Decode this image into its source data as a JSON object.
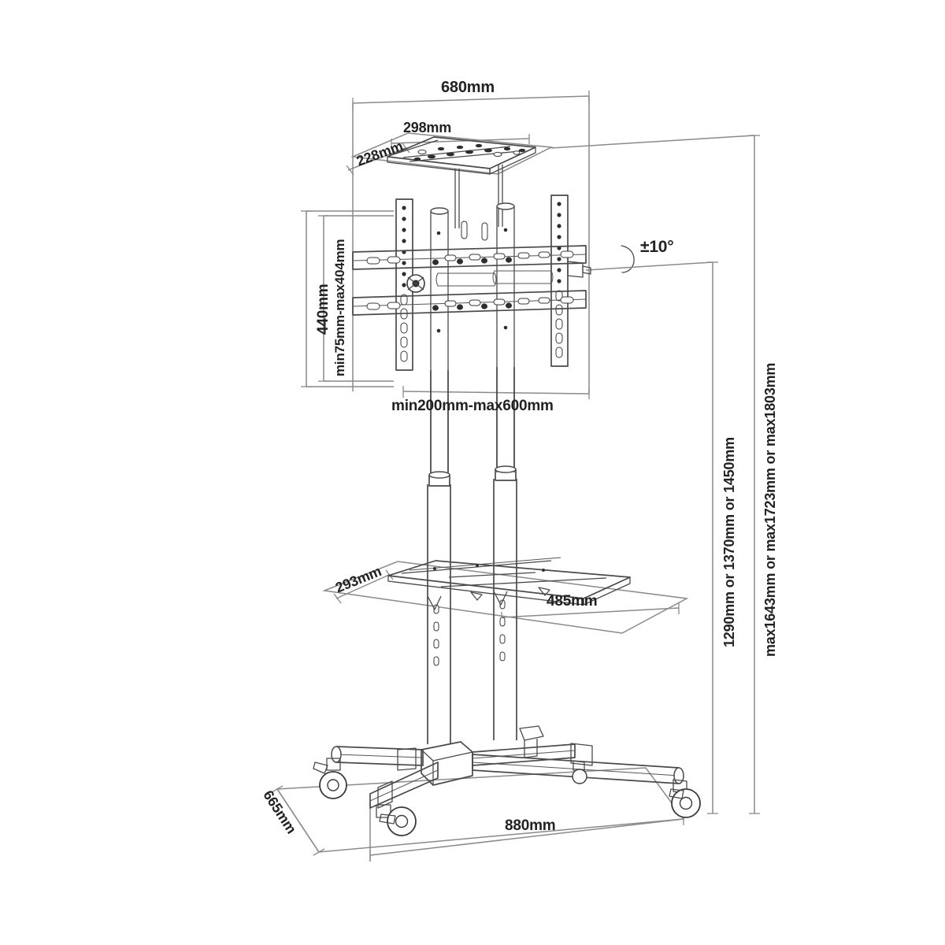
{
  "drawing": {
    "title": "TV Cart / Mobile TV Stand Dimension Drawing",
    "type": "technical-line-drawing",
    "background_color": "#ffffff",
    "line_color": "#6b6b6b",
    "detail_line_color": "#3a3a3a",
    "text_color": "#222222"
  },
  "dimensions": {
    "overall_width_top": "680mm",
    "top_shelf_width": "298mm",
    "top_shelf_depth": "228mm",
    "bracket_height": "440mm",
    "bracket_vertical_range": "min75mm-max404mm",
    "bracket_horizontal_range": "min200mm-max600mm",
    "tilt_angle": "±10°",
    "middle_shelf_depth": "293mm",
    "middle_shelf_width": "485mm",
    "base_depth": "665mm",
    "base_width": "880mm",
    "mount_height_options": "1290mm or 1370mm or 1450mm",
    "max_total_height_options": "max1643mm or max1723mm or max1803mm"
  },
  "icons": {
    "tilt_arc": "tilt-arc-icon"
  }
}
